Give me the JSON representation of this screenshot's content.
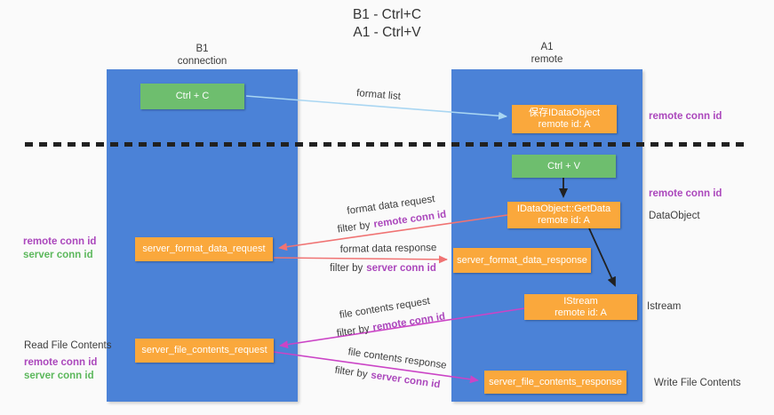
{
  "title": {
    "line1": "B1 - Ctrl+C",
    "line2": "A1 - Ctrl+V"
  },
  "lanes": {
    "left": {
      "title": "B1",
      "subtitle": "connection"
    },
    "right": {
      "title": "A1",
      "subtitle": "remote"
    }
  },
  "nodes": {
    "ctrl_c": {
      "label": "Ctrl + C"
    },
    "save_dataobject": {
      "line1": "保存IDataObject",
      "line2": "remote id: A"
    },
    "ctrl_v": {
      "label": "Ctrl + V"
    },
    "getdata": {
      "line1": "IDataObject::GetData",
      "line2": "remote id: A"
    },
    "server_format_data_request": {
      "label": "server_format_data_request"
    },
    "server_format_data_response": {
      "label": "server_format_data_response"
    },
    "istream": {
      "line1": "IStream",
      "line2": "remote id: A"
    },
    "server_file_contents_request": {
      "label": "server_file_contents_request"
    },
    "server_file_contents_response": {
      "label": "server_file_contents_response"
    }
  },
  "edge_labels": {
    "format_list": "format list",
    "format_data_request": "format data request",
    "format_data_response": "format data response",
    "file_contents_request": "file contents request",
    "file_contents_response": "file contents response",
    "filter_by": "filter by",
    "remote_conn_id": "remote conn id",
    "server_conn_id": "server conn id"
  },
  "side_labels": {
    "left_top": {
      "remote_conn_id": "remote conn id",
      "server_conn_id": "server conn id"
    },
    "left_bottom": {
      "title": "Read File Contents",
      "remote_conn_id": "remote conn id",
      "server_conn_id": "server conn id"
    },
    "right": {
      "remote_conn_id_top": "remote conn id",
      "remote_conn_id_mid": "remote conn id",
      "dataobject": "DataObject",
      "istream": "Istream",
      "write_file_contents": "Write File Contents"
    }
  },
  "colors": {
    "background": "#fafafa",
    "lane_blue": "#4b82d7",
    "box_orange": "#faa83c",
    "box_green": "#6ebe6e",
    "arrow_light_blue": "#a9d6f2",
    "arrow_salmon": "#f07373",
    "arrow_magenta": "#cb44c6",
    "arrow_black": "#212121",
    "text_purple": "#ab47bc",
    "text_green": "#5cb85c",
    "text_dark": "#3d3d3d"
  }
}
